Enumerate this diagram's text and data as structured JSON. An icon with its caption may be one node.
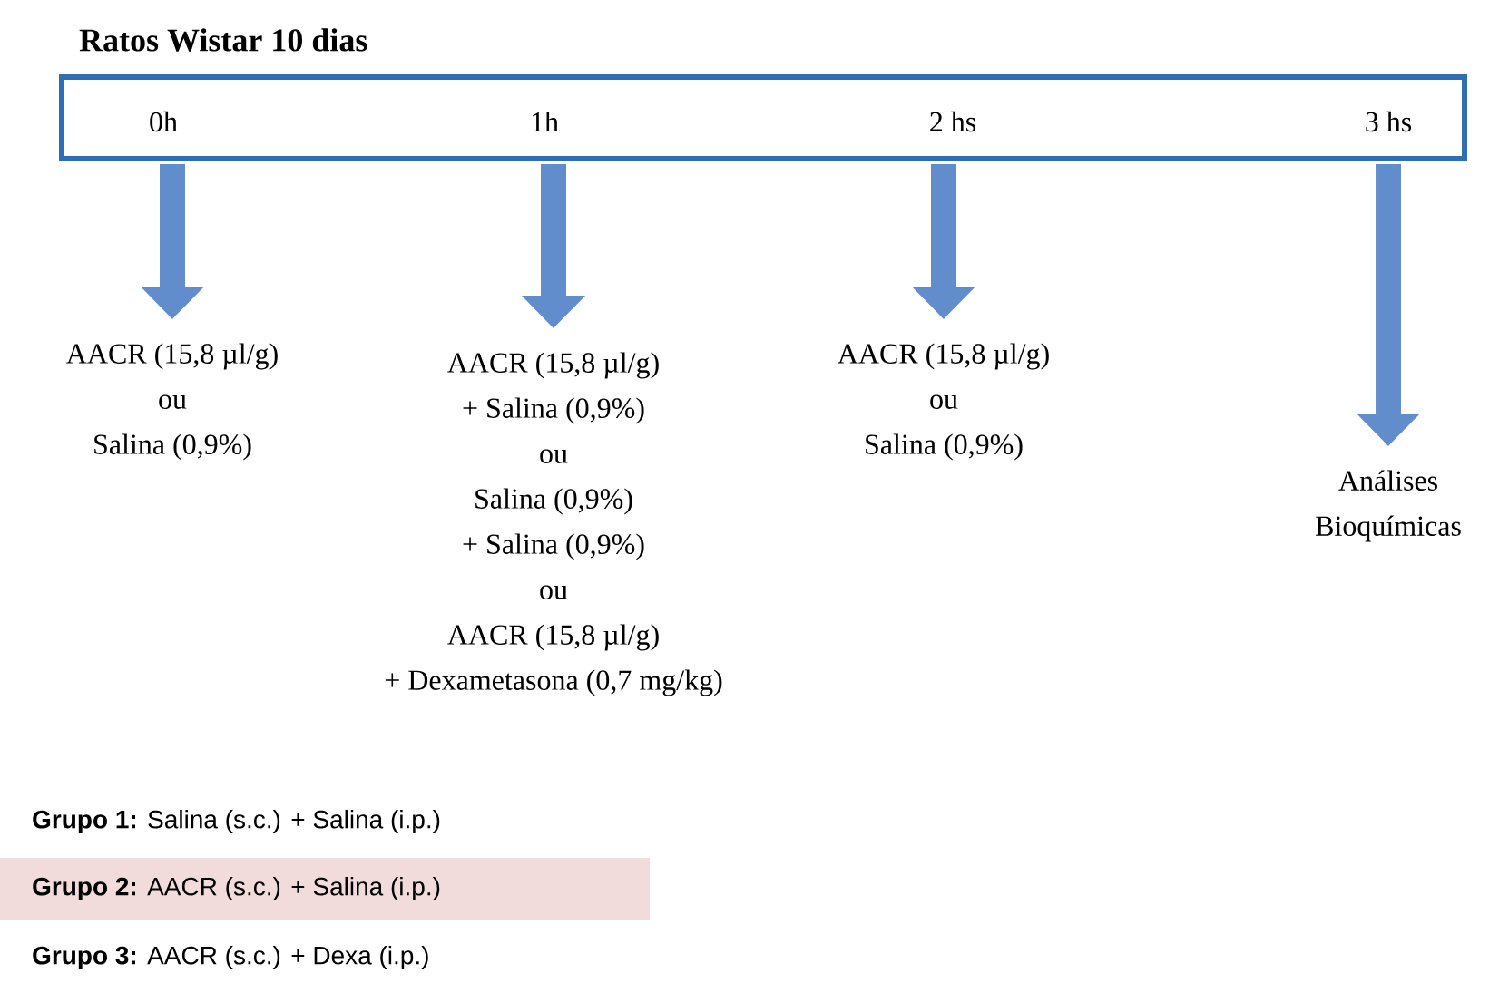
{
  "diagram": {
    "title": "Ratos Wistar 10 dias",
    "nodes": [
      {
        "text": [
          "0h",
          "1h",
          "2 hs",
          "3 hs"
        ]
      },
      {
        "text": [
          "AACR (15,8 µl/g)",
          "ou",
          "Salina (0,9%)"
        ]
      },
      {
        "text": [
          "AACR (15,8 µl/g)",
          "+ Salina (0,9%)",
          "ou",
          "Salina (0,9%)",
          "+ Salina (0,9%)",
          "ou",
          "AACR (15,8 µl/g)",
          "+  Dexametasona (0,7 mg/kg)"
        ]
      },
      {
        "text": [
          "AACR (15,8 µl/g)",
          "ou",
          "Salina (0,9%)"
        ]
      },
      {
        "text": [
          "Análises Bioquímicas"
        ]
      }
    ],
    "edges": [
      {
        "from": 0,
        "to": 1,
        "arrow": "to"
      },
      {
        "from": 0,
        "to": 2,
        "arrow": "to"
      },
      {
        "from": 0,
        "to": 3,
        "arrow": "to"
      },
      {
        "from": 0,
        "to": 4,
        "arrow": "to"
      }
    ],
    "labels": [
      "**Grupo 1:** Salina (s.c.) + Salina (i.p.)",
      "**Grupo 2:** AACR (s.c.) + Salina (i.p.)",
      "**Grupo 3:** AACR (s.c.) + Dexa (i.p.)"
    ]
  }
}
